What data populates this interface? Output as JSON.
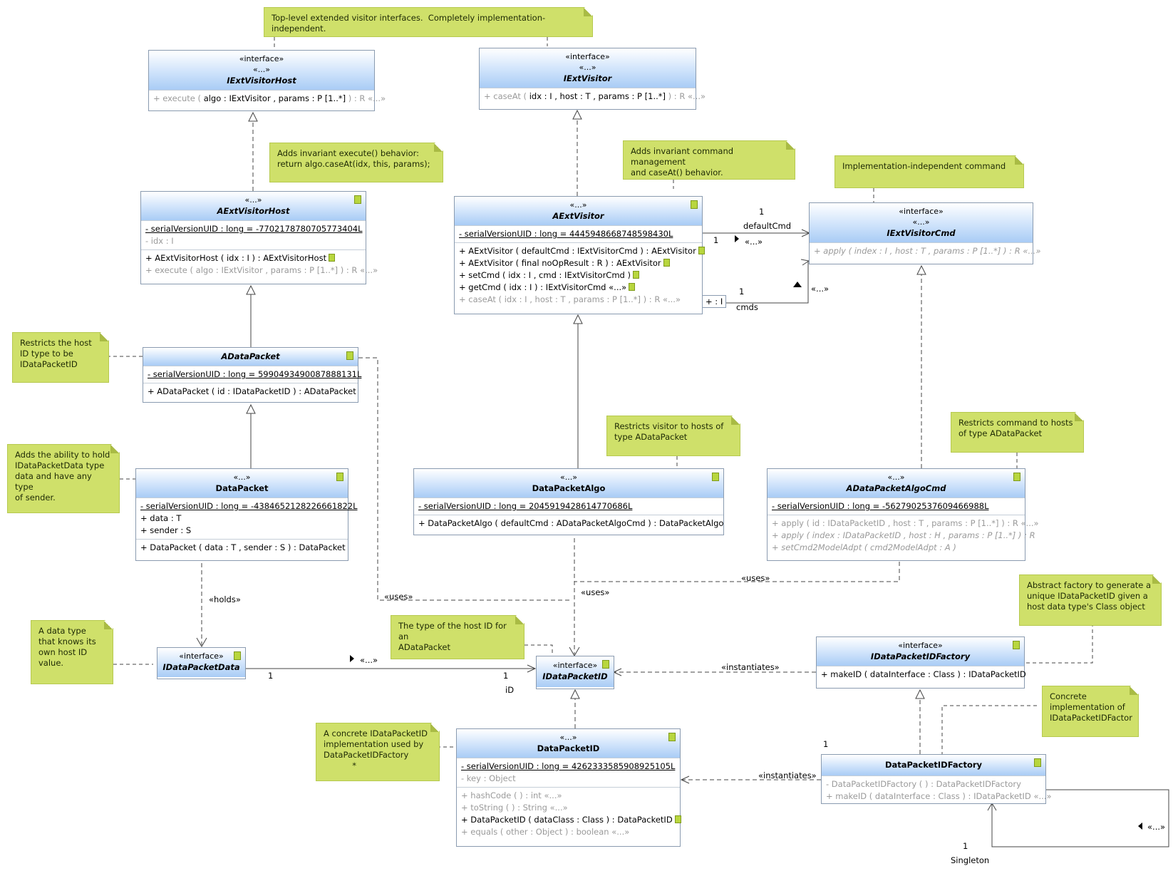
{
  "notes": {
    "top": "Top-level extended visitor interfaces.  Completely implementation-independent.",
    "execute": "Adds invariant execute() behavior:\nreturn algo.caseAt(idx, this, params);",
    "command_mgmt": "Adds invariant command management\nand caseAt() behavior.",
    "impl_indep": "Implementation-independent command",
    "restrict_host": "Restricts the host\nID type to be\nIDataPacketID",
    "hold_data": "Adds the ability to hold\nIDataPacketData type\ndata and have any type\nof sender.",
    "restrict_visitor": "Restricts visitor to hosts of\ntype ADataPacket",
    "restrict_command": "Restricts command to hosts\nof type ADataPacket",
    "host_id_type": "The type of the host ID for an\nADataPacket",
    "data_type": "A data type\nthat knows its\nown host ID\nvalue.",
    "concrete_id": "A concrete IDataPacketID\nimplementation used by\nDataPacketIDFactory\n           *",
    "abstract_factory": "Abstract factory to generate a\nunique IDataPacketID given a\nhost data type's Class object",
    "concrete_factory": "Concrete\nimplementation of\nIDataPacketIDFactor"
  },
  "classes": {
    "iextvisitorhost": {
      "stereo1": "«interface»",
      "stereo2": "«...»",
      "name": "IExtVisitorHost",
      "ops": [
        {
          "g": "+ execute ( ",
          "p": "algo : IExtVisitor , params : P [1..*]",
          "r": " ) : R «...»"
        }
      ]
    },
    "iextvisitor": {
      "stereo1": "«interface»",
      "stereo2": "«...»",
      "name": "IExtVisitor",
      "ops": [
        {
          "g": "+ caseAt ( ",
          "p": "idx : I , host : T , params : P [1..*]",
          "r": " ) : R «...»"
        }
      ]
    },
    "aextvisitorhost": {
      "stereo1": "«...»",
      "name": "AExtVisitorHost",
      "attrs": [
        "- serialVersionUID : long = -7702178780705773404L",
        "- idx : I"
      ],
      "ops": [
        "+ AExtVisitorHost ( idx : I ) :  AExtVisitorHost",
        "+ execute ( algo : IExtVisitor , params : P [1..*] ) : R «...»"
      ]
    },
    "aextvisitor": {
      "stereo1": "«...»",
      "name": "AExtVisitor",
      "attrs": [
        "- serialVersionUID : long = 4445948668748598430L"
      ],
      "ops": [
        "+ AExtVisitor ( defaultCmd : IExtVisitorCmd ) :  AExtVisitor",
        "+ AExtVisitor ( final noOpResult : R ) :  AExtVisitor",
        "+ setCmd ( idx : I , cmd : IExtVisitorCmd )",
        "+ getCmd ( idx : I ) :  IExtVisitorCmd «...»",
        "+ caseAt ( idx : I , host : T , params : P [1..*] ) : R «...»"
      ]
    },
    "iextvisitorcmd": {
      "stereo1": "«interface»",
      "stereo2": "«...»",
      "name": "IExtVisitorCmd",
      "ops": [
        "+ apply ( index : I , host : T , params : P [1..*] ) : R «...»"
      ]
    },
    "adatapacket": {
      "name": "ADataPacket",
      "attrs": [
        "- serialVersionUID : long = 5990493490087888131L"
      ],
      "ops": [
        "+ ADataPacket ( id : IDataPacketID ) :  ADataPacket"
      ]
    },
    "datapacket": {
      "stereo1": "«...»",
      "name": "DataPacket",
      "attrs": [
        "- serialVersionUID : long = -4384652128226661822L",
        "+ data : T",
        "+ sender : S"
      ],
      "ops": [
        "+ DataPacket ( data : T , sender : S ) :  DataPacket"
      ]
    },
    "datapacketalgo": {
      "stereo1": "«...»",
      "name": "DataPacketAlgo",
      "attrs": [
        "- serialVersionUID : long = 2045919428614770686L"
      ],
      "ops": [
        "+ DataPacketAlgo ( defaultCmd : ADataPacketAlgoCmd ) :  DataPacketAlgo"
      ]
    },
    "adatapacketalgocmd": {
      "stereo1": "«...»",
      "name": "ADataPacketAlgoCmd",
      "attrs": [
        "- serialVersionUID : long = -5627902537609466988L"
      ],
      "ops": [
        "+ apply ( id : IDataPacketID , host : T , params : P [1..*] ) : R «...»",
        "+ apply ( index : IDataPacketID , host : H , params : P [1..*] ) : R",
        "+ setCmd2ModelAdpt ( cmd2ModelAdpt : A )"
      ]
    },
    "idatapacketdata": {
      "stereo1": "«interface»",
      "name": "IDataPacketData"
    },
    "idatapacketid": {
      "stereo1": "«interface»",
      "name": "IDataPacketID"
    },
    "idatapacketidfactory": {
      "stereo1": "«interface»",
      "name": "IDataPacketIDFactory",
      "ops": [
        "+ makeID ( dataInterface : Class ) :  IDataPacketID"
      ]
    },
    "datapacketid": {
      "stereo1": "«...»",
      "name": "DataPacketID",
      "attrs": [
        "- serialVersionUID : long = 4262333585908925105L",
        "- key : Object"
      ],
      "ops": [
        "+ hashCode ( ) :  int «...»",
        "+ toString ( ) :  String «...»",
        "+ DataPacketID ( dataClass : Class ) :  DataPacketID",
        "+ equals ( other : Object ) :  boolean «...»"
      ]
    },
    "datapacketidfactory": {
      "name": "DataPacketIDFactory",
      "ops": [
        "- DataPacketIDFactory ( ) :  DataPacketIDFactory",
        "+ makeID ( dataInterface : Class ) :  IDataPacketID «...»"
      ]
    }
  },
  "labels": {
    "one": "1",
    "default_cmd": "defaultCmd",
    "cmds": "cmds",
    "cmds_qual": "+ : I",
    "ellipsis": "«...»",
    "uses": "«uses»",
    "holds": "«holds»",
    "instantiates": "«instantiates»",
    "id": "iD",
    "singleton": "Singleton"
  }
}
